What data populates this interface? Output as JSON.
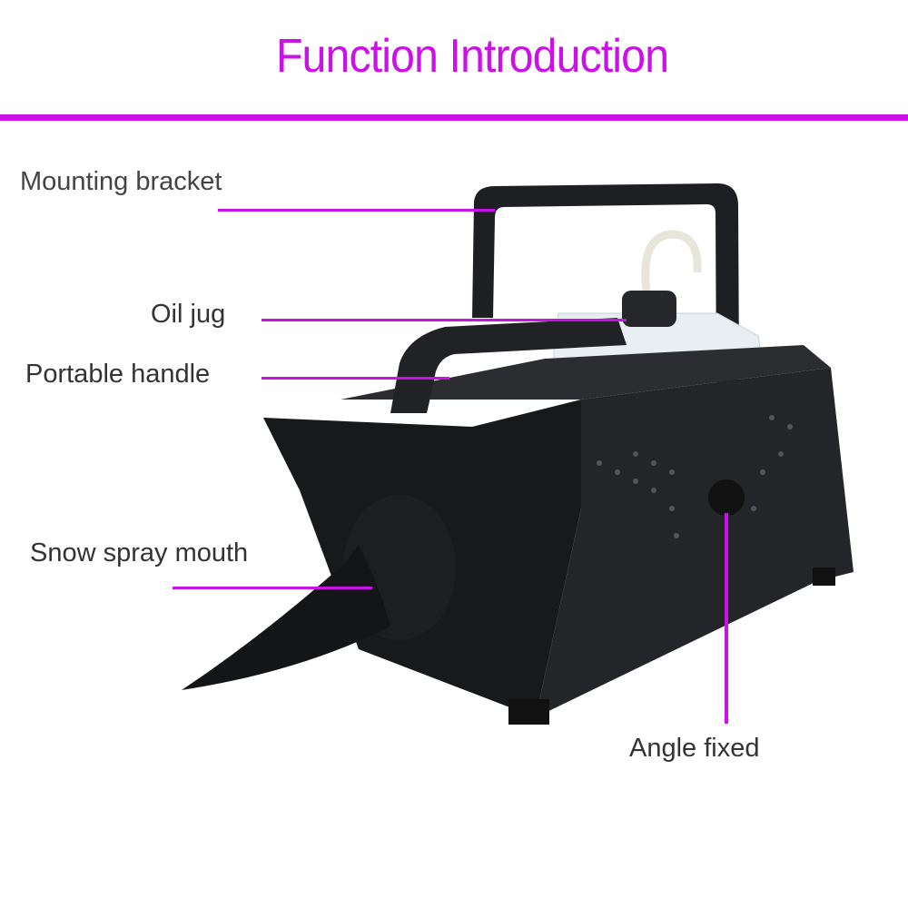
{
  "title": "Function Introduction",
  "accent_color": "#cc10e8",
  "labels": {
    "mounting_bracket": "Mounting bracket",
    "oil_jug": "Oil jug",
    "portable_handle": "Portable handle",
    "snow_spray_mouth": "Snow spray mouth",
    "angle_fixed": "Angle fixed"
  }
}
